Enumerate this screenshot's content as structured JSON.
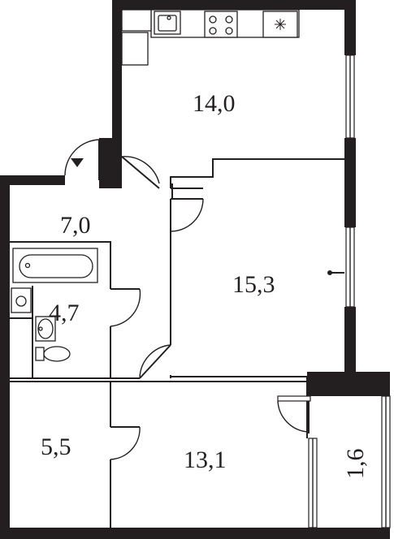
{
  "rooms": [
    {
      "id": "kitchen",
      "area": "14,0"
    },
    {
      "id": "hall",
      "area": "7,0"
    },
    {
      "id": "bathroom",
      "area": "4,7"
    },
    {
      "id": "bedroom",
      "area": "15,3"
    },
    {
      "id": "storage",
      "area": "5,5"
    },
    {
      "id": "living",
      "area": "13,1"
    },
    {
      "id": "balcony",
      "area": "1,6"
    }
  ],
  "colors": {
    "wall": "#231f20",
    "background": "#ffffff"
  },
  "icons": [
    "sink-icon",
    "stove-icon",
    "fridge-icon",
    "bathtub-icon",
    "washbasin-icon",
    "toilet-icon",
    "entrance-arrow-icon"
  ]
}
